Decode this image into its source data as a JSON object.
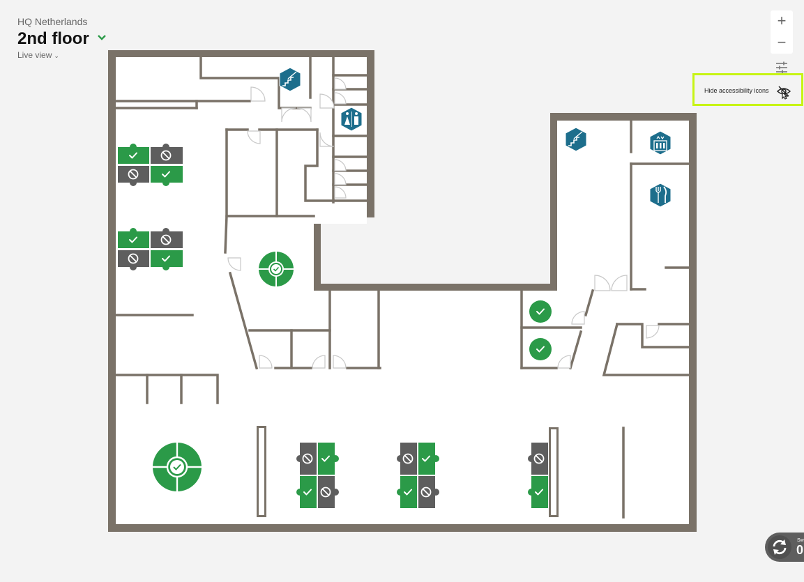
{
  "header": {
    "building": "HQ Netherlands",
    "floor": "2nd floor",
    "view": "Live view"
  },
  "controls": {
    "zoom_in": "+",
    "zoom_out": "−",
    "filter_icon": "sliders-icon"
  },
  "accessibility": {
    "label": "Hide accessibility icons",
    "icon": "eye-slash-icon"
  },
  "sync": {
    "label": "Sw",
    "count": "0"
  },
  "colors": {
    "available": "#2b9a48",
    "occupied": "#5e5e5e",
    "wall": "#7a7268",
    "poi": "#1d6e8c",
    "highlight": "#c7f414"
  },
  "map": {
    "points_of_interest": [
      {
        "name": "stairs-icon",
        "kind": "stairs"
      },
      {
        "name": "restroom-icon",
        "kind": "restroom"
      },
      {
        "name": "stairs-icon",
        "kind": "stairs"
      },
      {
        "name": "elevator-icon",
        "kind": "elevator"
      },
      {
        "name": "restaurant-icon",
        "kind": "restaurant"
      }
    ],
    "desks": [
      {
        "name": "desk-a1",
        "status": "available"
      },
      {
        "name": "desk-a2",
        "status": "occupied"
      },
      {
        "name": "desk-a3",
        "status": "occupied"
      },
      {
        "name": "desk-a4",
        "status": "available"
      },
      {
        "name": "desk-b1",
        "status": "available"
      },
      {
        "name": "desk-b2",
        "status": "occupied"
      },
      {
        "name": "desk-b3",
        "status": "occupied"
      },
      {
        "name": "desk-b4",
        "status": "available"
      },
      {
        "name": "desk-c1",
        "status": "occupied"
      },
      {
        "name": "desk-c2",
        "status": "available"
      },
      {
        "name": "desk-c3",
        "status": "available"
      },
      {
        "name": "desk-c4",
        "status": "occupied"
      },
      {
        "name": "desk-d1",
        "status": "occupied"
      },
      {
        "name": "desk-d2",
        "status": "available"
      },
      {
        "name": "desk-d3",
        "status": "available"
      },
      {
        "name": "desk-d4",
        "status": "occupied"
      },
      {
        "name": "desk-e1",
        "status": "occupied"
      },
      {
        "name": "desk-e2",
        "status": "available"
      }
    ],
    "round_tables": [
      {
        "name": "round-table-meeting-room",
        "status": "available"
      },
      {
        "name": "round-table-open-area",
        "status": "available"
      }
    ],
    "rooms": [
      {
        "name": "office-room-1",
        "status": "available"
      },
      {
        "name": "office-room-2",
        "status": "available"
      }
    ]
  }
}
